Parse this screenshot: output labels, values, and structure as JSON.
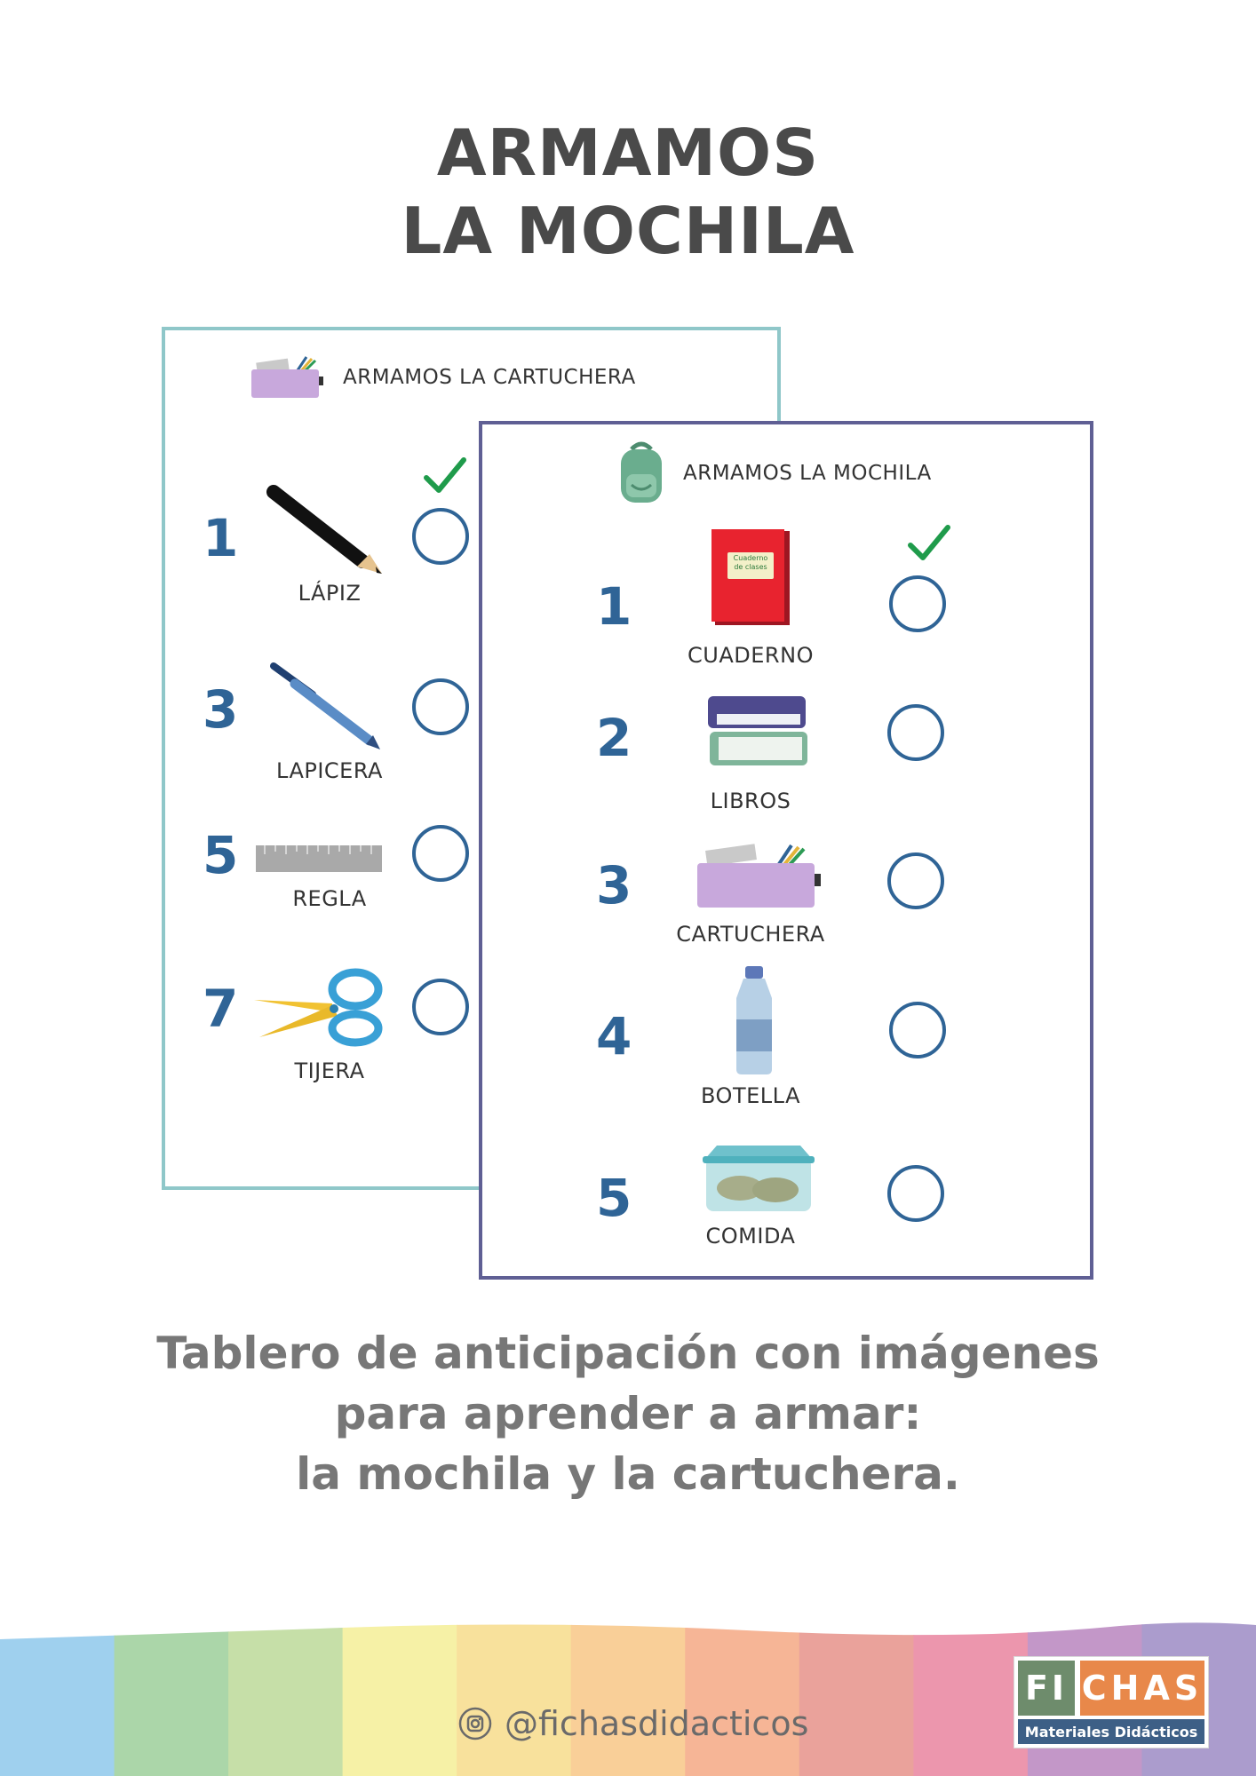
{
  "title": {
    "line1": "ARMAMOS",
    "line2": "LA MOCHILA"
  },
  "back_sheet": {
    "title": "ARMAMOS LA CARTUCHERA",
    "items": [
      {
        "number": "1",
        "label": "LÁPIZ",
        "icon": "pencil-icon"
      },
      {
        "number": "3",
        "label": "LAPICERA",
        "icon": "pen-icon"
      },
      {
        "number": "5",
        "label": "REGLA",
        "icon": "ruler-icon"
      },
      {
        "number": "7",
        "label": "TIJERA",
        "icon": "scissors-icon"
      }
    ]
  },
  "front_sheet": {
    "title": "ARMAMOS LA MOCHILA",
    "notebook_cover_text": {
      "line1": "Cuaderno",
      "line2": "de clases"
    },
    "items": [
      {
        "number": "1",
        "label": "CUADERNO",
        "icon": "notebook-icon"
      },
      {
        "number": "2",
        "label": "LIBROS",
        "icon": "books-icon"
      },
      {
        "number": "3",
        "label": "CARTUCHERA",
        "icon": "pencil-case-icon"
      },
      {
        "number": "4",
        "label": "BOTELLA",
        "icon": "bottle-icon"
      },
      {
        "number": "5",
        "label": "COMIDA",
        "icon": "food-container-icon"
      }
    ]
  },
  "subtitle": {
    "line1": "Tablero de anticipación con imágenes",
    "line2": "para aprender a armar:",
    "line3": "la mochila y la cartuchera."
  },
  "footer": {
    "handle": "@fichasdidacticos",
    "logo": {
      "part1": "FI",
      "part2": "CHAS",
      "tagline": "Materiales Didácticos"
    },
    "stripe_colors": [
      "#9fd0ee",
      "#abd6a9",
      "#c6dfa8",
      "#f6f1a6",
      "#f8e19c",
      "#f9cf98",
      "#f6b596",
      "#eaa29b",
      "#ec96ad",
      "#c397c8",
      "#ab9ccd"
    ]
  },
  "colors": {
    "accent_blue": "#2f6496",
    "check_green": "#1f9b4b",
    "title_gray": "#4a4a4a",
    "subtitle_gray": "#777777"
  }
}
